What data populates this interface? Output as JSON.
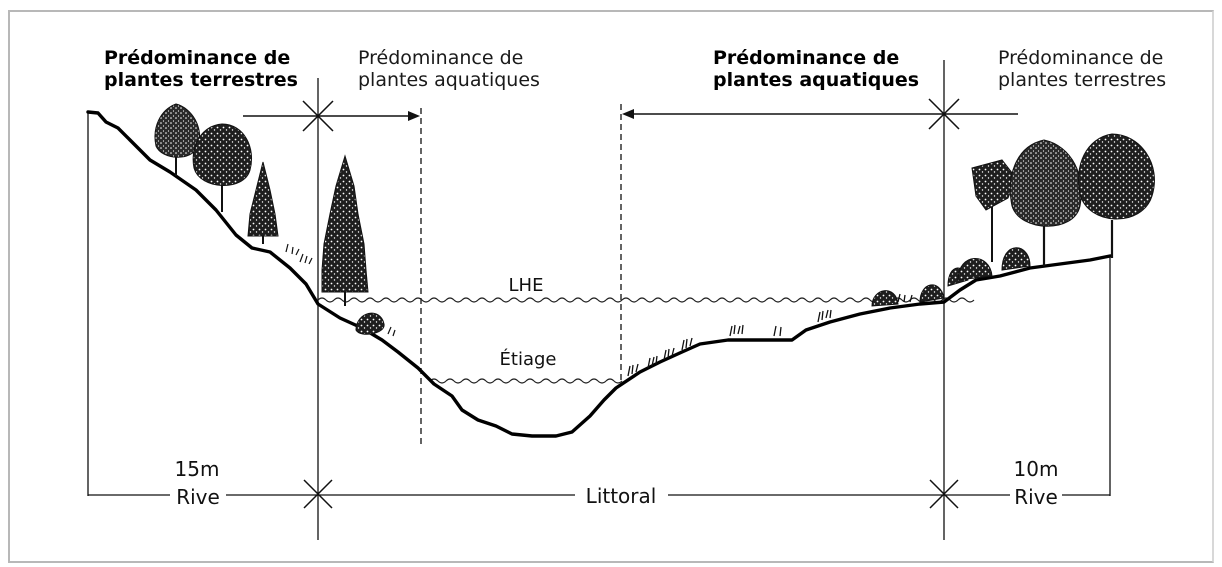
{
  "labels": {
    "top_left_line1": "Prédominance de",
    "top_left_line2": "plantes terrestres",
    "top_center_left_line1": "Prédominance de",
    "top_center_left_line2": "plantes  aquatiques",
    "top_center_right_line1": "Prédominance de",
    "top_center_right_line2": "plantes aquatiques",
    "top_right_line1": "Prédominance de",
    "top_right_line2": "plantes terrestres",
    "water_high": "LHE",
    "water_low": "Étiage",
    "left_width": "15m",
    "left_zone": "Rive",
    "center_zone": "Littoral",
    "right_width": "10m",
    "right_zone": "Rive"
  },
  "colors": {
    "ink": "#111111",
    "tree_fill": "#1e1e1e",
    "frame": "#b8b8b8"
  }
}
